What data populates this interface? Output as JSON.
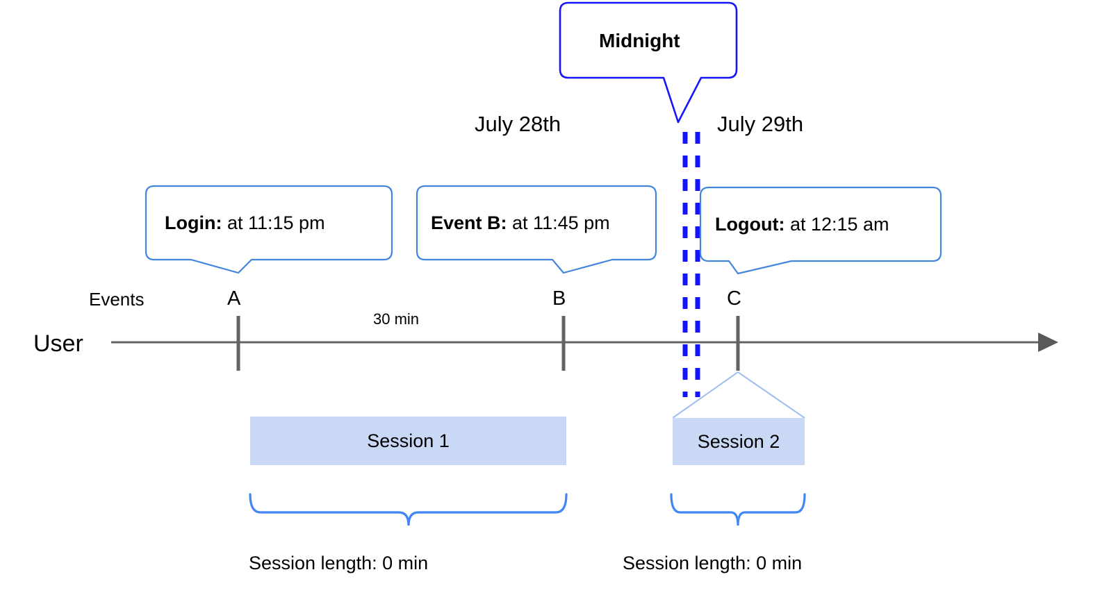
{
  "diagram": {
    "title_callout": {
      "label": "Midnight",
      "border_color": "#1414ff"
    },
    "dates": [
      {
        "label": "July 28th"
      },
      {
        "label": "July 29th"
      }
    ],
    "event_callouts": [
      {
        "name": "login",
        "bold": "Login:",
        "rest": " at 11:15 pm",
        "border_color": "#4285dd"
      },
      {
        "name": "eventb",
        "bold": "Event B:",
        "rest": " at 11:45 pm",
        "border_color": "#4285dd"
      },
      {
        "name": "logout",
        "bold": "Logout:",
        "rest": " at 12:15 am",
        "border_color": "#4285dd"
      }
    ],
    "axis": {
      "row_label": "User",
      "events_label": "Events",
      "line_color": "#636363"
    },
    "events": [
      {
        "letter": "A"
      },
      {
        "letter": "B"
      },
      {
        "letter": "C"
      }
    ],
    "gap_label": "30 min",
    "sessions": [
      {
        "label": "Session 1",
        "fill": "#c9d9f5",
        "length_label": "Session length: 0 min"
      },
      {
        "label": "Session 2",
        "fill": "#c9d9f5",
        "length_label": "Session length: 0 min"
      }
    ],
    "midnight_line_color": "#1414ff",
    "brace_color": "#4285f4"
  }
}
